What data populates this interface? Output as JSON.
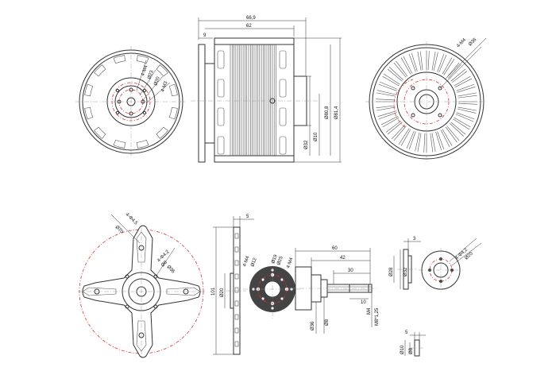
{
  "colors": {
    "line": "#333333",
    "centerline": "#dd3333",
    "background": "#ffffff"
  },
  "dims": {
    "top": {
      "front_holes_m4": "4-M4",
      "front_dia23": "Ø23",
      "front_dia20": "Ø20",
      "front_holes_m3": "4-M3",
      "len_total": "66,9",
      "len_body": "62",
      "len_lip": "9",
      "dia_80": "Ø80,8",
      "dia_81": "Ø81,4",
      "dia_32": "Ø32",
      "dia_10": "Ø10",
      "rear_holes": "4-M4",
      "rear_dia36": "Ø36"
    },
    "bottom": {
      "x_holes": "4-Φ4,5",
      "x_dia70": "Ø70",
      "x_holes2": "4-Φ4,2",
      "x_dia8": "Ø8",
      "x_dia36": "Ø36",
      "side_5": "5",
      "side_101": "101",
      "side_dia20": "Ø20",
      "plate_m4": "4-M4",
      "plate_dia12": "Ø12",
      "plate_dia19": "Ø19",
      "plate_dia25": "Ø25",
      "plate_m4b": "4-M4",
      "shaft_60": "60",
      "shaft_42": "42",
      "shaft_30": "30",
      "shaft_10": "10",
      "shaft_m4": "M4",
      "shaft_m8": "M8*1,25",
      "shaft_dia36": "Ø36",
      "shaft_dia8": "Ø8",
      "adapter_3": "3",
      "adapter_dia28": "Ø28",
      "adapter_dia32": "Ø32",
      "collar_holes": "4-Φ4,2",
      "collar_dia20": "Ø20",
      "washer_5": "5",
      "washer_dia10": "Ø10",
      "washer_dia8": "Ø8"
    }
  }
}
